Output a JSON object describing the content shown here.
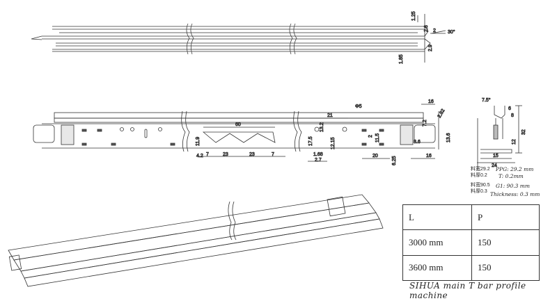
{
  "top_view": {
    "dims": [
      "1.25",
      "2.8",
      "2",
      "30°",
      "2.9",
      "1.85"
    ]
  },
  "side_view": {
    "dims": [
      "16",
      "21",
      "Φ5",
      "60",
      "7.2",
      "2.82",
      "13.2",
      "13.6",
      "11.9",
      "17.5",
      "12.15",
      "2",
      "11.5",
      "8.6",
      "4.2",
      "7",
      "23",
      "23",
      "7",
      "1.68",
      "2.7",
      "20",
      "6.25",
      "16"
    ]
  },
  "section_view": {
    "dims": [
      "7.5°",
      "6",
      "8",
      "32",
      "12",
      "15",
      "24"
    ],
    "notes": {
      "row1_label": "料宽29.2",
      "row1_sub": "料厚0.2",
      "row2_label": "料宽90.5",
      "row2_sub": "料厚0.3",
      "hand1": "PPG: 29.2 mm",
      "hand2": "T: 0.2mm",
      "hand3": "G1: 90.3 mm",
      "hand4": "Thickness: 0.3 mm"
    }
  },
  "table": {
    "headers": [
      "L",
      "P"
    ],
    "rows": [
      [
        "3000 mm",
        "150"
      ],
      [
        "3600 mm",
        "150"
      ]
    ]
  },
  "caption": "SIHUA main T bar profile machine"
}
